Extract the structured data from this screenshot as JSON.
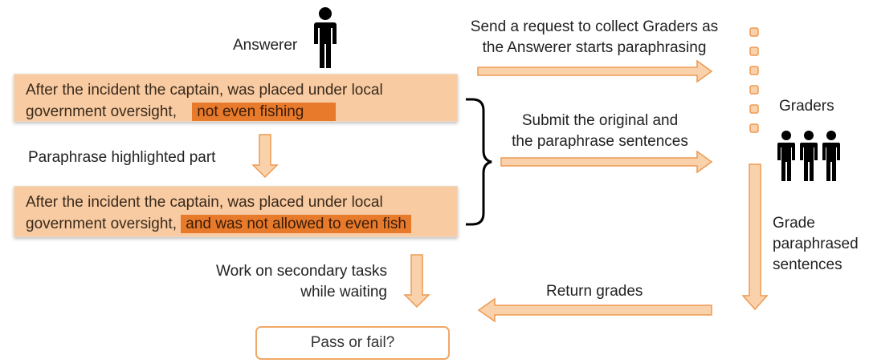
{
  "answerer_label": "Answerer",
  "original_sentence": {
    "line1": "After the incident the captain, was placed under local",
    "line2_prefix": "government oversight,",
    "highlight": "not even fishing"
  },
  "paraphrase_step": "Paraphrase highlighted part",
  "paraphrased_sentence": {
    "line1": "After the incident the captain, was placed under local",
    "line2_prefix": "government oversight,",
    "highlight": "and was not allowed to even fish"
  },
  "secondary_tasks": {
    "line1": "Work on secondary tasks",
    "line2": "while waiting"
  },
  "pass_or_fail": "Pass or fail?",
  "send_request": {
    "line1": "Send a request to collect Graders as",
    "line2": "the Answerer starts paraphrasing"
  },
  "submit": {
    "line1": "Submit the original and",
    "line2": "the paraphrase sentences"
  },
  "graders_label": "Graders",
  "grade": {
    "line1": "Grade",
    "line2": "paraphrased",
    "line3": "sentences"
  },
  "return_grades": "Return grades",
  "colors": {
    "arrow_fill": "#f9d2ac",
    "arrow_stroke": "#ee9a52",
    "highlight": "#e87a2c",
    "sentence_bg": "#f8cba2"
  }
}
